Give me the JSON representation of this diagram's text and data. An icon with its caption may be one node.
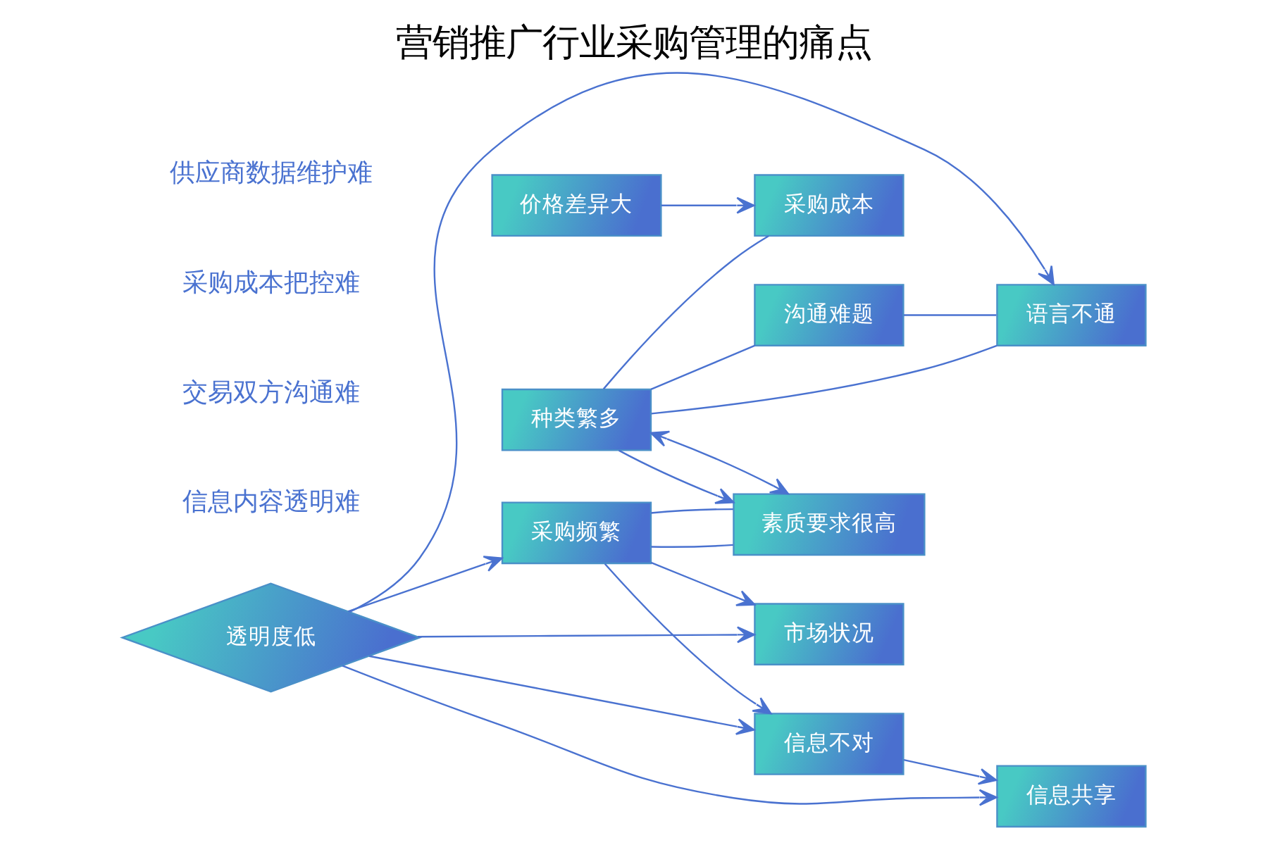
{
  "diagram": {
    "title": "营销推广行业采购管理的痛点",
    "nodes": [
      {
        "text": [
          "采购频繁"
        ]
      },
      {
        "text": [
          "素质要求很高"
        ]
      },
      {
        "text": [
          "种类繁多"
        ]
      },
      {
        "text": [
          "价格差异大"
        ]
      },
      {
        "text": [
          "采购成本"
        ]
      },
      {
        "text": [
          "语言不通"
        ]
      },
      {
        "text": [
          "沟通难题"
        ]
      },
      {
        "text": [
          "信息不对"
        ]
      },
      {
        "text": [
          "信息共享"
        ]
      },
      {
        "text": [
          "市场状况"
        ]
      },
      {
        "text": [
          "透明度低"
        ]
      }
    ],
    "edges": [
      {
        "from": 0,
        "to": 9,
        "arrow": "to"
      },
      {
        "from": 0,
        "to": 7,
        "arrow": "to"
      },
      {
        "from": 0,
        "to": 1,
        "arrow": "none"
      },
      {
        "from": 0,
        "to": 1,
        "arrow": "none"
      },
      {
        "from": 2,
        "to": 1,
        "arrow": "to"
      },
      {
        "from": 2,
        "to": 1,
        "arrow": "both"
      },
      {
        "from": 3,
        "to": 4,
        "arrow": "to"
      },
      {
        "from": 2,
        "to": 4,
        "arrow": "none"
      },
      {
        "from": 2,
        "to": 5,
        "arrow": "none"
      },
      {
        "from": 2,
        "to": 6,
        "arrow": "none"
      },
      {
        "from": 6,
        "to": 5,
        "arrow": "none"
      },
      {
        "from": 10,
        "to": 0,
        "arrow": "to"
      },
      {
        "from": 10,
        "to": 5,
        "arrow": "to"
      },
      {
        "from": 10,
        "to": 7,
        "arrow": "to"
      },
      {
        "from": 7,
        "to": 8,
        "arrow": "to"
      },
      {
        "from": 10,
        "to": 8,
        "arrow": "to"
      },
      {
        "from": 10,
        "to": 9,
        "arrow": "to"
      }
    ],
    "labels": [
      "供应商数据维护难",
      "采购成本把控难",
      "交易双方沟通难",
      "信息内容透明难"
    ]
  }
}
